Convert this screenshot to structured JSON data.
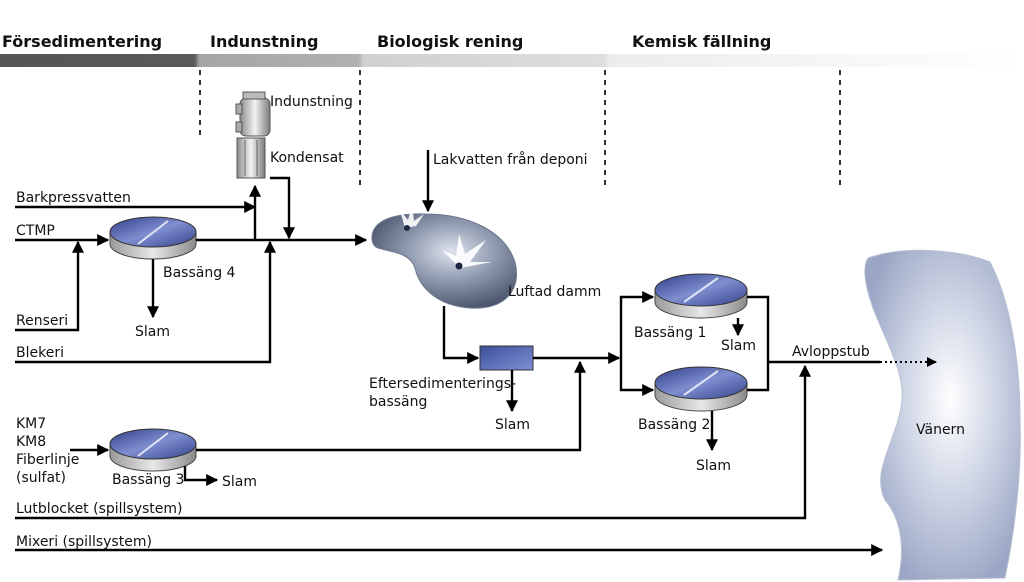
{
  "stages": [
    "Försedimentering",
    "Indunstning",
    "Biologisk rening",
    "Kemisk fällning"
  ],
  "inflows": {
    "barkpressvatten": "Barkpressvatten",
    "ctmp": "CTMP",
    "renseri": "Renseri",
    "blekeri": "Blekeri",
    "km7": "KM7",
    "km8": "KM8",
    "fiberlinje": "Fiberlinje",
    "sulfat": "(sulfat)",
    "lutblocket": "Lutblocket (spillsystem)",
    "mixeri": "Mixeri (spillsystem)",
    "lakvatten": "Lakvatten från deponi"
  },
  "units": {
    "indunstning": "Indunstning",
    "kondensat": "Kondensat",
    "bassang4": "Bassäng 4",
    "bassang3": "Bassäng 3",
    "bassang1": "Bassäng 1",
    "bassang2": "Bassäng 2",
    "luftad_damm": "Luftad damm",
    "eftersed_line1": "Eftersedimenterings-",
    "eftersed_line2": "bassäng",
    "avloppstub": "Avloppstub",
    "vanern": "Vänern"
  },
  "slam": "Slam"
}
